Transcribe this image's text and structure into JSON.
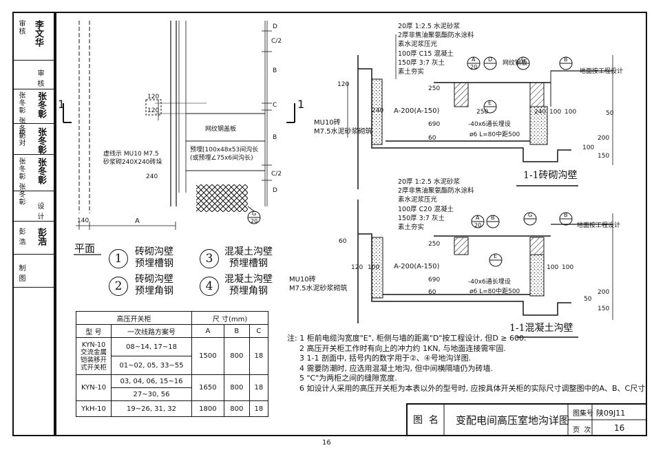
{
  "stamp": {
    "cells": [
      {
        "label": "审核",
        "sign": "李文华"
      },
      {
        "label": "审 核",
        "sign": ""
      },
      {
        "label": "张冬彰 张冬彰",
        "sign": "张冬彰"
      },
      {
        "label": "校 对",
        "sign": "张冬彰"
      },
      {
        "label": "张冬彰 张冬彰",
        "sign": "张冬彰"
      },
      {
        "label": "设 计",
        "sign": ""
      },
      {
        "label": "彭 浩",
        "sign": "彭浩"
      },
      {
        "label": "制 图",
        "sign": ""
      }
    ]
  },
  "plan": {
    "section_mark": "1",
    "brick_note": "虚线示 MU10 M7.5\n砂浆砌240X240砖垛",
    "plate_label": "网纹钢盖板",
    "embed_note": "预埋[100x48x53间沟长\n(或预埋∠75x6间沟长)",
    "dims": [
      "D",
      "C/2",
      "B",
      "C",
      "B",
      "C/2",
      "D",
      "120",
      "120",
      "240",
      "140",
      "A"
    ],
    "ref_g": "G",
    "ref_g_sub": "20",
    "title": "平面"
  },
  "legend": [
    {
      "num": "1",
      "text": "砖砌沟壁\n预埋槽钢"
    },
    {
      "num": "2",
      "text": "砖砌沟壁\n预埋角钢"
    },
    {
      "num": "3",
      "text": "混凝土沟壁\n预埋槽钢"
    },
    {
      "num": "4",
      "text": "混凝土沟壁\n预埋角钢"
    }
  ],
  "section1": {
    "layers": [
      "20厚 1:2.5 水泥砂浆",
      "2厚非焦油聚氨酯防水涂料",
      "素水泥浆压光",
      "100厚 C15 混凝土",
      "150厚 3:7 灰土",
      "素土夯实"
    ],
    "plate": "网纹钢板",
    "floor": "地面按工程设计",
    "wall_note": "MU10砖\nM7.5水泥砂浆砌筑",
    "main_dim": "A-200(A-150)",
    "bar_note": "-40x6通长埋设",
    "bar_note2": "ø6  L=80中距500",
    "dims": [
      "120",
      "250",
      "240",
      "250",
      "690",
      "60",
      "240",
      "100",
      "100",
      "200",
      "100",
      "150",
      "50"
    ],
    "refs": [
      "A",
      "D",
      "G",
      "B",
      "E"
    ],
    "ref_sub": "20",
    "title": "1-1砖砌沟壁"
  },
  "section2": {
    "layers": [
      "20厚 1:2.5 水泥砂浆",
      "2厚非焦油聚氨酯防水涂料",
      "素水泥浆压光",
      "100厚 C20 混凝土",
      "150厚 3:7 灰土",
      "素土夯实"
    ],
    "floor": "地面按工程设计",
    "wall_note": "MU10砖\nM7.5水泥砂浆砌筑",
    "main_dim": "A-200(A-150)",
    "bar_note": "-40x6通长埋设",
    "bar_note2": "ø6  L=80中距500",
    "dims": [
      "60",
      "120",
      "100",
      "250",
      "690",
      "60",
      "100",
      "100",
      "200",
      "50",
      "150"
    ],
    "refs": [
      "A",
      "B",
      "G",
      "B",
      "E"
    ],
    "ref_sub": "20",
    "title": "1-1混凝土沟壁"
  },
  "table": {
    "title": "高压开关柜",
    "dim_title": "尺 寸(mm)",
    "col_model": "型 号",
    "col_scheme": "一次线路方案号",
    "cols": [
      "A",
      "B",
      "C"
    ],
    "rows": [
      {
        "model": "KYN-10\n交流金属\n铠装移开\n式开关柜",
        "schemes": [
          "08~14, 17~18",
          "01~02, 05, 33~55"
        ],
        "A": "1500",
        "B": "800",
        "C": "18"
      },
      {
        "model": "KYN-10",
        "schemes": [
          "03, 04, 06, 15~16",
          "27~30, 56"
        ],
        "A": "1650",
        "B": "800",
        "C": "18"
      },
      {
        "model": "YkH-10",
        "schemes": [
          "19~26, 31, 32"
        ],
        "A": "1800",
        "B": "800",
        "C": "18"
      }
    ]
  },
  "notes": [
    "注: 1  柜前电缆沟宽度\"E\", 柜侧与墙的距离\"D\"按工程设计, 但D ≥ 600.",
    "2  高压开关柜工作时有向上的冲力约 1KN, 与地面连接需牢固.",
    "3  1-1 剖面中, 括号内的数字用于②、④号地沟详图.",
    "4  需要防潮时, 应选用混凝土地沟, 但中间横隔墙仍为砖墙.",
    "5  \"C\"为两柜之间的缝隙宽度.",
    "6  如设计人采用的高压开关柜为本表以外的型号时, 应按具体开关柜的实际尺寸调整图中的A、B、C尺寸."
  ],
  "titleblock": {
    "label": "图  名",
    "name": "变配电间高压室地沟详图",
    "atlas_label": "图集号",
    "atlas_value": "陕09J11",
    "page_label": "页  次",
    "page_value": "16"
  },
  "page_number": "16"
}
